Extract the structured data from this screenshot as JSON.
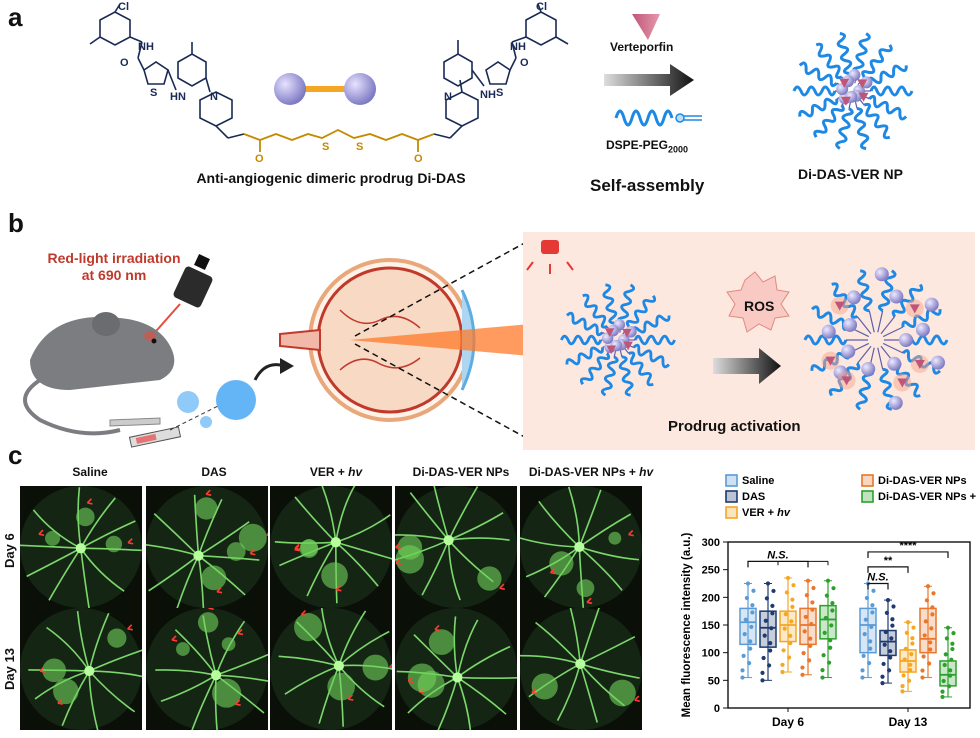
{
  "panel_a": {
    "letter": "a",
    "prodrug_caption": "Anti-angiogenic dimeric prodrug Di-DAS",
    "drug_label": "Verteporfin",
    "polymer_label": "DSPE-PEG",
    "polymer_subscript": "2000",
    "process_label": "Self-assembly",
    "np_label": "Di-DAS-VER NP",
    "atoms": {
      "cl": "Cl",
      "nh": "NH",
      "hn": "HN",
      "o": "O",
      "s": "S",
      "n": "N"
    }
  },
  "panel_b": {
    "letter": "b",
    "irradiation_line1": "Red-light irradiation",
    "irradiation_line2": "at 690 nm",
    "ros_label": "ROS",
    "activation_label": "Prodrug activation"
  },
  "panel_c": {
    "letter": "c",
    "columns": [
      "Saline",
      "DAS",
      "VER + ",
      "Di-DAS-VER NPs",
      "Di-DAS-VER NPs + "
    ],
    "hv": "hv",
    "rows": [
      "Day 6",
      "Day 13"
    ]
  },
  "chart_data": {
    "type": "box",
    "ylabel": "Mean fluorescence intensity (a.u.)",
    "ylim": [
      0,
      300
    ],
    "yticks": [
      "0",
      "50",
      "100",
      "150",
      "200",
      "250",
      "300"
    ],
    "categories": [
      "Day 6",
      "Day 13"
    ],
    "legend": [
      "Saline",
      "Di-DAS-VER NPs",
      "DAS",
      "Di-DAS-VER NPs + ",
      "VER + "
    ],
    "legend_hv": "hv",
    "colors": {
      "Saline": "#5b9bd5",
      "DAS": "#1f3a6e",
      "VER": "#f5a623",
      "NPs": "#e8762b",
      "NPs_hv": "#2ca02c"
    },
    "series": [
      {
        "name": "Saline",
        "day6": {
          "min": 55,
          "q1": 115,
          "median": 155,
          "q3": 180,
          "max": 225
        },
        "day13": {
          "min": 55,
          "q1": 100,
          "median": 150,
          "q3": 180,
          "max": 225
        }
      },
      {
        "name": "DAS",
        "day6": {
          "min": 50,
          "q1": 110,
          "median": 145,
          "q3": 175,
          "max": 225
        },
        "day13": {
          "min": 45,
          "q1": 95,
          "median": 120,
          "q3": 140,
          "max": 195
        }
      },
      {
        "name": "VER + hv",
        "day6": {
          "min": 65,
          "q1": 120,
          "median": 150,
          "q3": 175,
          "max": 235
        },
        "day13": {
          "min": 30,
          "q1": 65,
          "median": 85,
          "q3": 105,
          "max": 155
        }
      },
      {
        "name": "Di-DAS-VER NPs",
        "day6": {
          "min": 60,
          "q1": 115,
          "median": 150,
          "q3": 180,
          "max": 230
        },
        "day13": {
          "min": 55,
          "q1": 100,
          "median": 125,
          "q3": 180,
          "max": 220
        }
      },
      {
        "name": "Di-DAS-VER NPs + hv",
        "day6": {
          "min": 55,
          "q1": 125,
          "median": 160,
          "q3": 185,
          "max": 230
        },
        "day13": {
          "min": 20,
          "q1": 40,
          "median": 60,
          "q3": 85,
          "max": 145
        }
      }
    ],
    "annotations": [
      "N.S.",
      "N.S.",
      "**",
      "****"
    ]
  }
}
